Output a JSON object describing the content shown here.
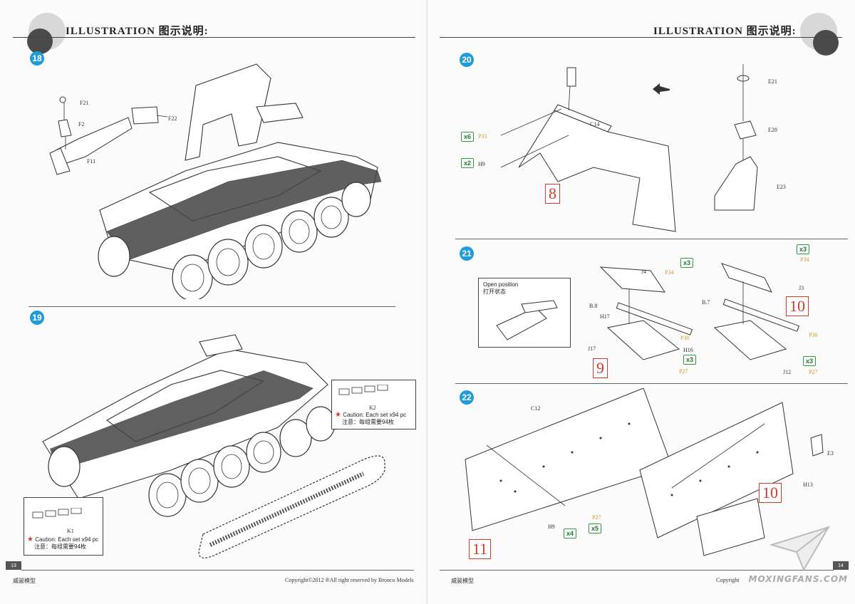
{
  "header": {
    "left_title": "ILLUSTRATION 图示说明:",
    "right_title": "ILLUSTRATION 图示说明:"
  },
  "steps": {
    "s18": "18",
    "s19": "19",
    "s20": "20",
    "s21": "21",
    "s22": "22"
  },
  "step18": {
    "parts": {
      "f21": "F21",
      "f2": "F2",
      "f11": "F11",
      "f22": "F22"
    }
  },
  "step19": {
    "k2": {
      "label": "K2",
      "caption_en": "Caution: Each set x94 pc",
      "caption_cn": "注意：每组需要94枚"
    },
    "k1": {
      "label": "K1",
      "caption_en": "Caution: Each set x94 pc",
      "caption_cn": "注意：每组需要94枚"
    }
  },
  "step20": {
    "parts": {
      "p33": "P33",
      "h9": "H9",
      "c14": "C14",
      "e21": "E21",
      "e28": "E28",
      "e23": "E23"
    },
    "qty": {
      "x6": "x6",
      "x2": "x2"
    },
    "ref": "8"
  },
  "step21": {
    "open_caption_en": "Open position",
    "open_caption_cn": "打开状态",
    "parts": {
      "j4": "J4",
      "p34a": "P34",
      "b8": "B.8",
      "h17": "H17",
      "j17": "J17",
      "p30a": "P30",
      "h16": "H16",
      "p27a": "P27",
      "j3": "J3",
      "p34b": "P34",
      "b7": "B.7",
      "p30b": "P30",
      "j12": "J12",
      "p27b": "P27"
    },
    "qty": {
      "a": "x3",
      "b": "x3",
      "c": "x3",
      "d": "x3"
    },
    "ref_a": "9",
    "ref_b": "10"
  },
  "step22": {
    "parts": {
      "c12": "C12",
      "p27": "P27",
      "h9": "H9",
      "e3": "E3",
      "h13": "H13"
    },
    "qty": {
      "x5": "x5",
      "x4": "x4"
    },
    "ref_a": "11",
    "ref_b": "10"
  },
  "footer": {
    "left_page": "13",
    "right_page": "14",
    "left_brand": "威骏模型",
    "right_brand": "威骏模型",
    "copyright_left": "Copyright©2012  ®All right reserved by Bronco Models",
    "copyright_right": "Copyright",
    "watermark": "MOXINGFANS.COM"
  },
  "colors": {
    "step_blue": "#1f9bd8",
    "qty_green": "#2a9a3c",
    "ref_red": "#d43a2a",
    "part_yellow": "#c8982a"
  }
}
